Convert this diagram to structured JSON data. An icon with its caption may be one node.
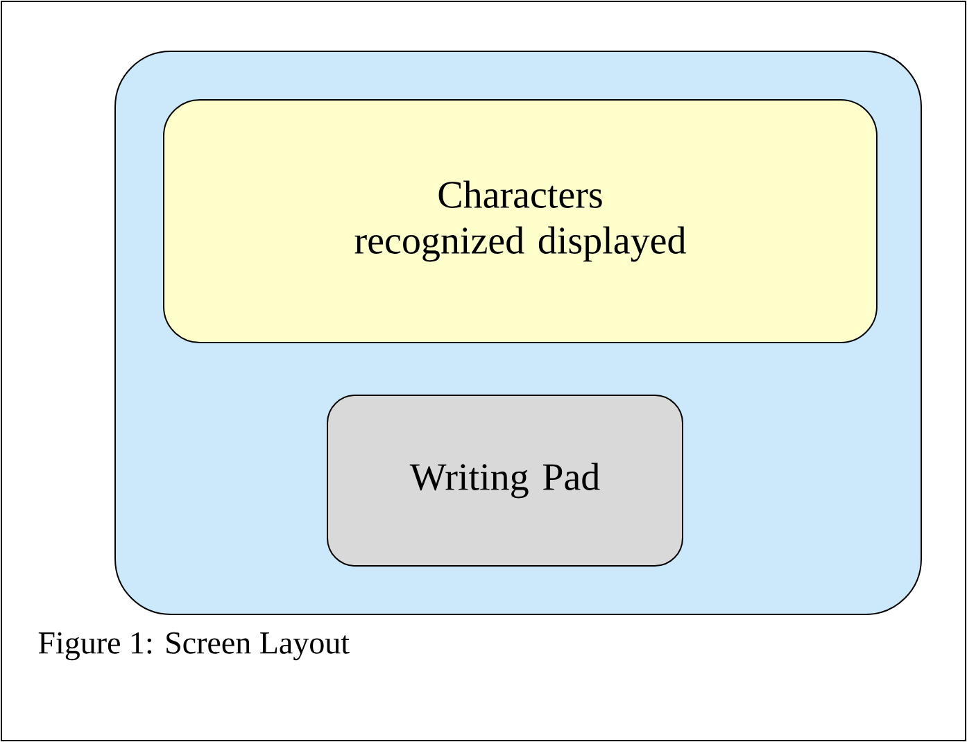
{
  "diagram": {
    "caption": "Figure 1: Screen Layout",
    "nodes": [
      {
        "text": [],
        "shape": "box"
      },
      {
        "text": [
          "Characters recognized displayed"
        ],
        "in": 0
      },
      {
        "text": [
          "Writing Pad"
        ],
        "in": 0
      }
    ]
  }
}
